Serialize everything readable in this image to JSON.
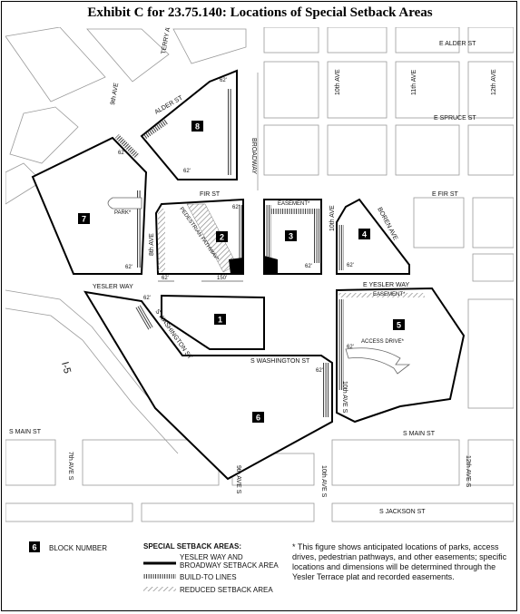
{
  "title": "Exhibit C for 23.75.140: Locations of Special Setback Areas",
  "streets": {
    "e_alder": "E ALDER ST",
    "e_spruce": "E SPRUCE ST",
    "e_fir": "E FIR ST",
    "fir": "FIR ST",
    "alder": "ALDER ST",
    "terry": "TERRY AVE",
    "ninth_nw": "9th AVE",
    "eighth": "8th AVE",
    "broadway": "BROADWAY",
    "tenth_n": "10th AVE",
    "eleventh": "11th AVE",
    "twelfth_n": "12th AVE",
    "tenth_mid": "10th AVE",
    "yesler": "YESLER WAY",
    "e_yesler": "E YESLER WAY",
    "boren": "BOREN AVE",
    "s_washington_diag": "S WASHINGTON ST",
    "s_washington": "S WASHINGTON ST",
    "i5": "I-5",
    "tenth_s_upper": "10th AVE S",
    "s_main_left": "S MAIN ST",
    "s_main_right": "S MAIN ST",
    "seventh_s": "7th AVE S",
    "ninth_s": "9th AVE S",
    "tenth_s": "10th AVE S",
    "twelfth_s": "12th AVE S",
    "s_jackson": "S JACKSON ST"
  },
  "blocks": [
    {
      "number": "1"
    },
    {
      "number": "2"
    },
    {
      "number": "3"
    },
    {
      "number": "4"
    },
    {
      "number": "5"
    },
    {
      "number": "6"
    },
    {
      "number": "7"
    },
    {
      "number": "8"
    }
  ],
  "annotations": {
    "park": "PARK*",
    "easement_3": "EASEMENT*",
    "easement_5": "EASEMENT*",
    "access_drive": "ACCESS DRIVE*",
    "pedestrian": "PEDESTRIAN PATHWAY*",
    "dim_62": "62'",
    "dim_150": "150'"
  },
  "legend": {
    "block_sample": "6",
    "block_number": "BLOCK NUMBER",
    "heading": "SPECIAL SETBACK AREAS:",
    "yesler_line_1": "YESLER WAY AND",
    "yesler_line_2": "BROADWAY SETBACK AREA",
    "build_to": "BUILD-TO LINES",
    "reduced": "REDUCED SETBACK AREA"
  },
  "footnote": "* This figure shows anticipated locations of parks, access drives, pedestrian pathways, and other easements; specific locations and dimensions will be determined through the Yesler Terrace plat and recorded easements.",
  "colors": {
    "street_gray": "#9a9a9a",
    "block_fill": "#ffffff",
    "setback_line": "#000000",
    "reduced_hatch": "#8a8a8a",
    "label_bg": "#000000"
  }
}
